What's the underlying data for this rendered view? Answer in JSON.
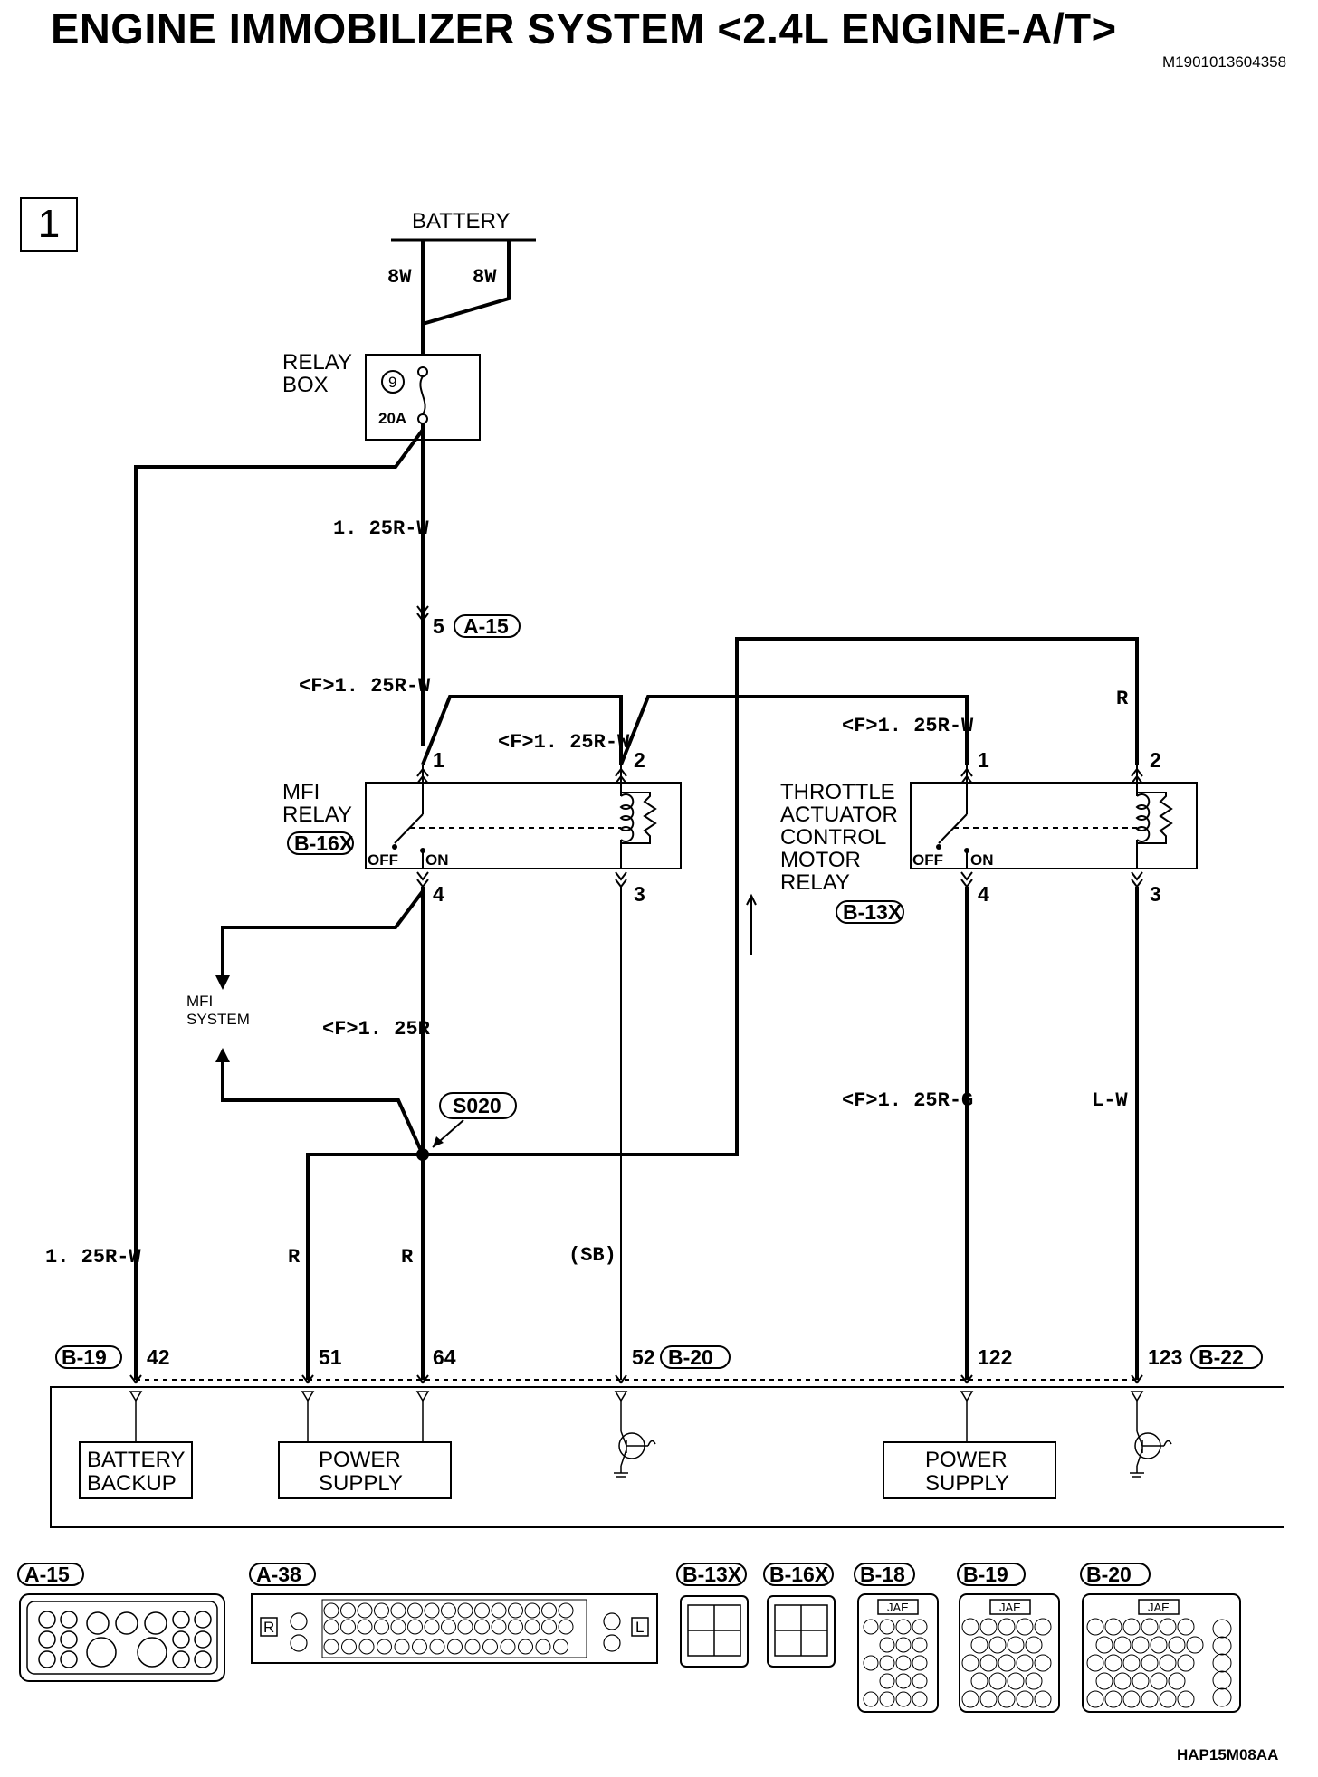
{
  "title": "ENGINE IMMOBILIZER SYSTEM <2.4L ENGINE-A/T>",
  "doc_id": "M1901013604358",
  "sheet_number": "1",
  "footer_code": "HAP15M08AA",
  "battery": {
    "label": "BATTERY",
    "wire_left": "8W",
    "wire_right": "8W"
  },
  "relay_box": {
    "line1": "RELAY",
    "line2": "BOX",
    "fuse_number": "9",
    "fuse_rating": "20A"
  },
  "wires": {
    "feed": "1. 25R-W",
    "mfi_pin1": "<F>1. 25R-W",
    "mfi_pin2": "<F>1. 25R-W",
    "throttle_pin1": "<F>1. 25R-W",
    "throttle_pin2": "R",
    "mfi_out": "<F>1. 25R",
    "throttle_pin4": "<F>1. 25R-G",
    "throttle_pin3": "L-W",
    "backup": "1. 25R-W",
    "branch_r1": "R",
    "branch_r2": "R",
    "sb": "(SB)"
  },
  "connector_a15": {
    "pin": "5",
    "name": "A-15"
  },
  "mfi_relay": {
    "line1": "MFI",
    "line2": "RELAY",
    "connector": "B-16X",
    "pin1": "1",
    "pin2": "2",
    "pin3": "3",
    "pin4": "4",
    "off": "OFF",
    "on": "ON"
  },
  "throttle_relay": {
    "line1": "THROTTLE",
    "line2": "ACTUATOR",
    "line3": "CONTROL",
    "line4": "MOTOR",
    "line5": "RELAY",
    "connector": "B-13X",
    "pin1": "1",
    "pin2": "2",
    "pin3": "3",
    "pin4": "4",
    "off": "OFF",
    "on": "ON"
  },
  "mfi_system": {
    "line1": "MFI",
    "line2": "SYSTEM"
  },
  "splice": "S020",
  "ecm_pins": {
    "b19": "B-19",
    "p42": "42",
    "p51": "51",
    "p64": "64",
    "p52": "52",
    "b20": "B-20",
    "p122": "122",
    "p123": "123",
    "b22": "B-22"
  },
  "ecm_boxes": {
    "battery_backup_1": "BATTERY",
    "battery_backup_2": "BACKUP",
    "power_supply_a1": "POWER",
    "power_supply_a2": "SUPPLY",
    "power_supply_b1": "POWER",
    "power_supply_b2": "SUPPLY"
  },
  "connector_views": {
    "a15": "A-15",
    "a38": "A-38",
    "b13x": "B-13X",
    "b16x": "B-16X",
    "b18": "B-18",
    "b19": "B-19",
    "b20": "B-20",
    "jae": "JAE",
    "a38_left": "R",
    "a38_right": "L"
  }
}
